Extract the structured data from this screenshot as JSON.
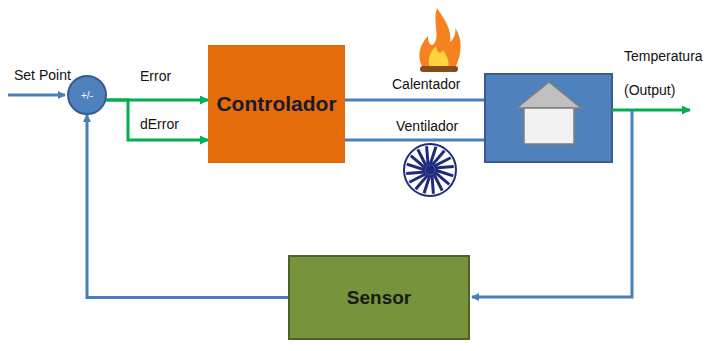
{
  "diagram": {
    "nodes": [
      {
        "text": [
          "+/-"
        ]
      },
      {
        "text": [
          "Controlador"
        ]
      },
      {
        "text": [
          "Sensor"
        ]
      }
    ],
    "edges": [
      {
        "from": 0,
        "to": 1,
        "arrow": "to",
        "label": "Error"
      },
      {
        "from": 0,
        "to": 1,
        "arrow": "to",
        "label": "dError"
      },
      {
        "from": 2,
        "to": 0,
        "arrow": "to"
      }
    ],
    "labels": [
      "Set Point",
      "Calentador",
      "Ventilador",
      "Temperatura",
      "(Output)"
    ]
  }
}
